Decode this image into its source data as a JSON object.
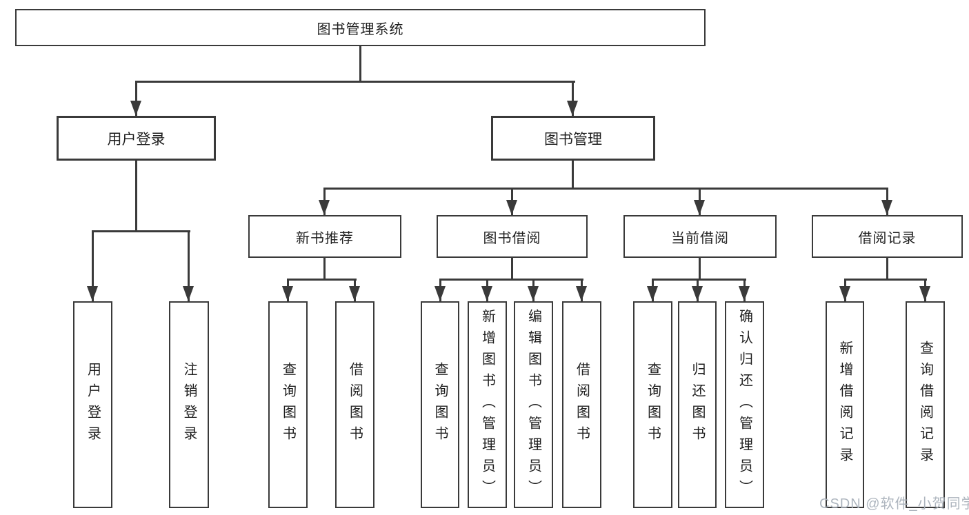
{
  "tree": {
    "root": "图书管理系统",
    "children": [
      {
        "label": "用户登录",
        "children": [
          "用户登录",
          "注销登录"
        ]
      },
      {
        "label": "图书管理",
        "children": [
          {
            "label": "新书推荐",
            "children": [
              "查询图书",
              "借阅图书"
            ]
          },
          {
            "label": "图书借阅",
            "children": [
              "查询图书",
              "新增图书（管理员）",
              "编辑图书（管理员）",
              "借阅图书"
            ]
          },
          {
            "label": "当前借阅",
            "children": [
              "查询图书",
              "归还图书",
              "确认归还（管理员）"
            ]
          },
          {
            "label": "借阅记录",
            "children": [
              "新增借阅记录",
              "查询借阅记录"
            ]
          }
        ]
      }
    ]
  },
  "watermark": "CSDN @软件_小贺同学",
  "colors": {
    "line": "#3a3a3a",
    "text": "#1f1f1f",
    "background": "#ffffff",
    "watermark": "#a9b1ba"
  }
}
